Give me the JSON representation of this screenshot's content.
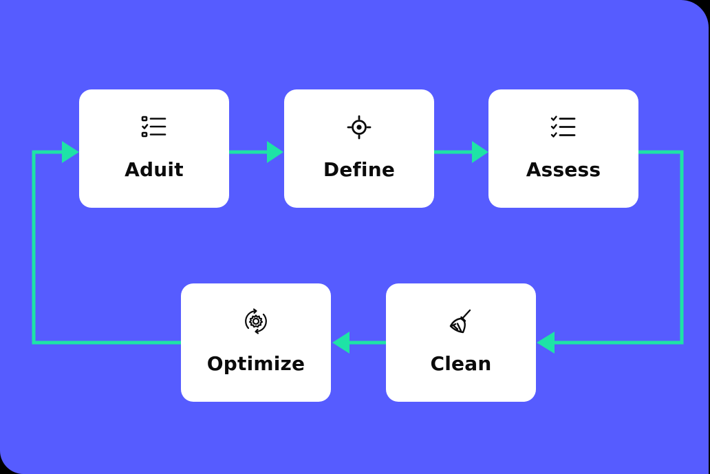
{
  "diagram": {
    "steps": [
      {
        "label": "Aduit",
        "icon": "checklist-icon"
      },
      {
        "label": "Define",
        "icon": "target-icon"
      },
      {
        "label": "Assess",
        "icon": "checkbox-list-icon"
      },
      {
        "label": "Clean",
        "icon": "broom-icon"
      },
      {
        "label": "Optimize",
        "icon": "gear-cycle-icon"
      }
    ]
  },
  "colors": {
    "background": "#565cff",
    "connector": "#1ee3a6",
    "card": "#ffffff",
    "text": "#0b0b0b"
  }
}
